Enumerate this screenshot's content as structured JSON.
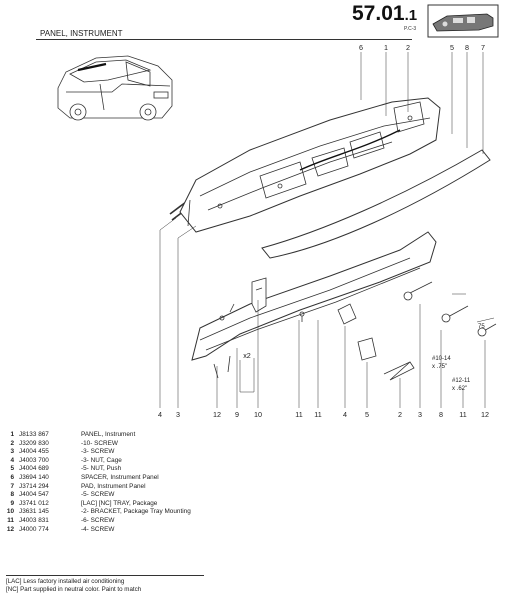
{
  "header": {
    "section_number": "57.01",
    "section_suffix": ".1",
    "page_code": "P.C-3",
    "title": "PANEL, INSTRUMENT"
  },
  "diagram": {
    "callouts_top": [
      "6",
      "1",
      "2",
      "5",
      "8",
      "7"
    ],
    "callouts_bottom": [
      "4",
      "3",
      "12",
      "9",
      "10",
      "11",
      "11",
      "4",
      "5",
      "2",
      "3",
      "8",
      "11",
      "12"
    ],
    "qty_label": "x2",
    "dim_labels": {
      "dim_75_top": "75",
      "dim_10_14": "#10-14",
      "dim_75_inch": "x .75\"",
      "dim_12_11": "#12-11",
      "dim_62_inch": "x .62\""
    }
  },
  "parts": [
    {
      "no": "1",
      "part": "J8133 867",
      "desc": "PANEL, Instrument"
    },
    {
      "no": "2",
      "part": "J3209 830",
      "desc": "-10- SCREW"
    },
    {
      "no": "3",
      "part": "J4004 455",
      "desc": "-3- SCREW"
    },
    {
      "no": "4",
      "part": "J4003 700",
      "desc": "-3- NUT, Cage"
    },
    {
      "no": "5",
      "part": "J4004 689",
      "desc": "-5- NUT, Push"
    },
    {
      "no": "6",
      "part": "J3694 140",
      "desc": "SPACER, Instrument Panel"
    },
    {
      "no": "7",
      "part": "J3714 294",
      "desc": "PAD, Instrument Panel"
    },
    {
      "no": "8",
      "part": "J4004 547",
      "desc": "-5- SCREW"
    },
    {
      "no": "9",
      "part": "J3741 012",
      "desc": "[LAC] [NC]   TRAY, Package"
    },
    {
      "no": "10",
      "part": "J3631 145",
      "desc": "-2- BRACKET, Package Tray Mounting"
    },
    {
      "no": "11",
      "part": "J4003 831",
      "desc": "-6- SCREW"
    },
    {
      "no": "12",
      "part": "J4000 774",
      "desc": "-4- SCREW"
    }
  ],
  "footnotes": [
    "[LAC] Less factory installed air conditioning",
    "[NC] Part supplied in neutral color. Paint to match"
  ]
}
